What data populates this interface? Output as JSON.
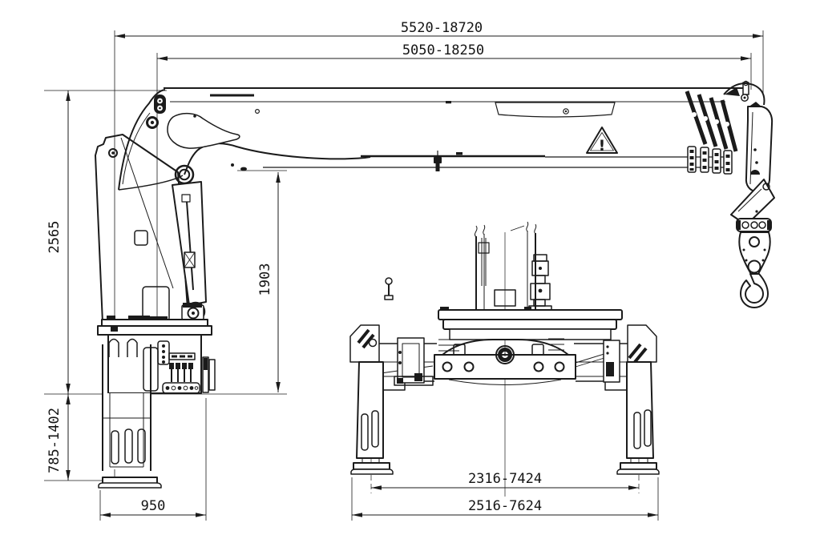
{
  "meta": {
    "type": "technical-drawing",
    "subject": "Truck-mounted knuckle boom crane dimensional drawing, side view and front view"
  },
  "colors": {
    "ink": "#1b1b1b",
    "background": "#ffffff",
    "secondary_line": "#6e6e6e"
  },
  "dimensions": {
    "overall_length_range": "5520-18720",
    "boom_length_range": "5050-18250",
    "overall_height": "2565",
    "boom_underside_height": "1903",
    "outrigger_leg_extension": "785-1402",
    "base_width": "950",
    "outrigger_span_inner_range": "2316-7424",
    "outrigger_span_outer_range": "2516-7624"
  },
  "icons": {
    "warning_triangle": "!"
  }
}
